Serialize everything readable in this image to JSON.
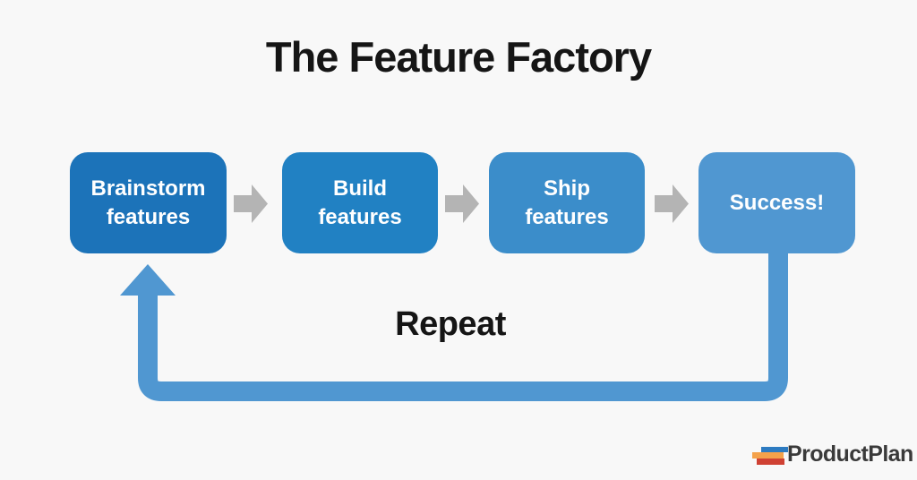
{
  "title": "The Feature Factory",
  "steps": [
    {
      "label": "Brainstorm features"
    },
    {
      "label": "Build features"
    },
    {
      "label": "Ship features"
    },
    {
      "label": "Success!"
    }
  ],
  "loop_label": "Repeat",
  "logo": {
    "text": "ProductPlan"
  },
  "icons": {
    "flow_arrow": "right-block-arrow",
    "loop_arrow": "up-block-arrow-loop"
  },
  "colors": {
    "background": "#f8f8f8",
    "title_text": "#151515",
    "box_text": "#ffffff",
    "step1": "#1c73b9",
    "step2": "#2181c3",
    "step3": "#3b8dca",
    "step4": "#5097d1",
    "flow_arrow": "#b4b4b4",
    "loop_arrow": "#5097d1",
    "logo_text": "#3a3a3a",
    "logo_bar_blue": "#2d7bc1",
    "logo_bar_orange": "#f4a24b",
    "logo_bar_red": "#cf4133"
  }
}
